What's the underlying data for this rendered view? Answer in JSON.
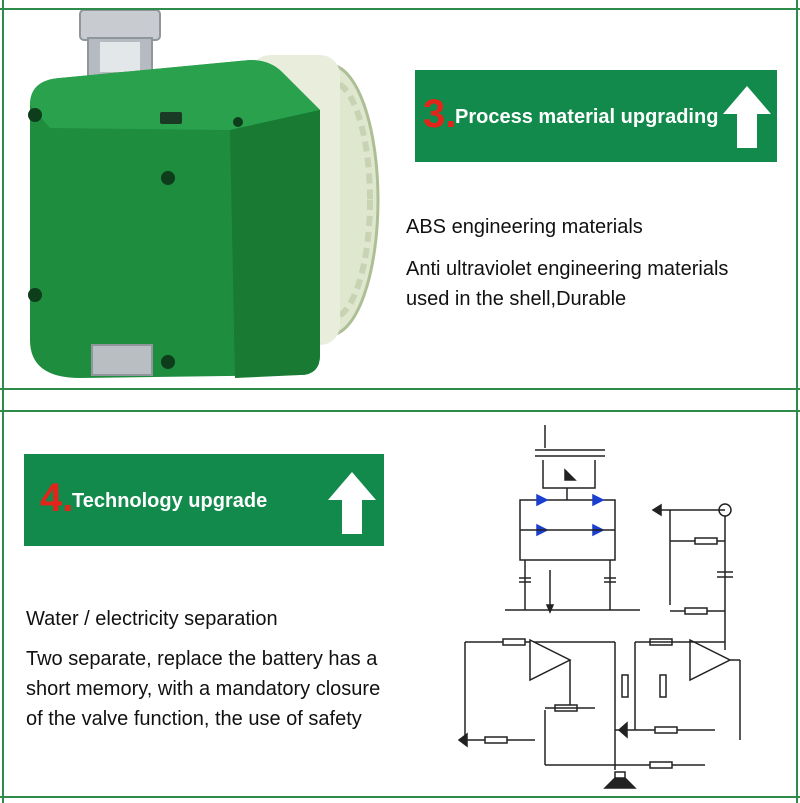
{
  "section3": {
    "number": "3.",
    "title": "Process material upgrading",
    "line1": "ABS engineering materials",
    "line2": "Anti ultraviolet engineering materials",
    "line3": "used in the shell,Durable"
  },
  "section4": {
    "number": "4.",
    "title": "Technology upgrade",
    "line1": "Water / electricity separation",
    "line2": "Two separate, replace the battery has a",
    "line3": "short memory, with a mandatory closure",
    "line4": "of the valve function, the use of safety"
  },
  "colors": {
    "banner_green": "#128a4b",
    "number_red": "#e3241b",
    "product_green": "#1e8a3c"
  },
  "icons": {
    "up_arrow": "up-arrow-icon",
    "product": "valve-timer-photo",
    "circuit": "circuit-diagram"
  }
}
